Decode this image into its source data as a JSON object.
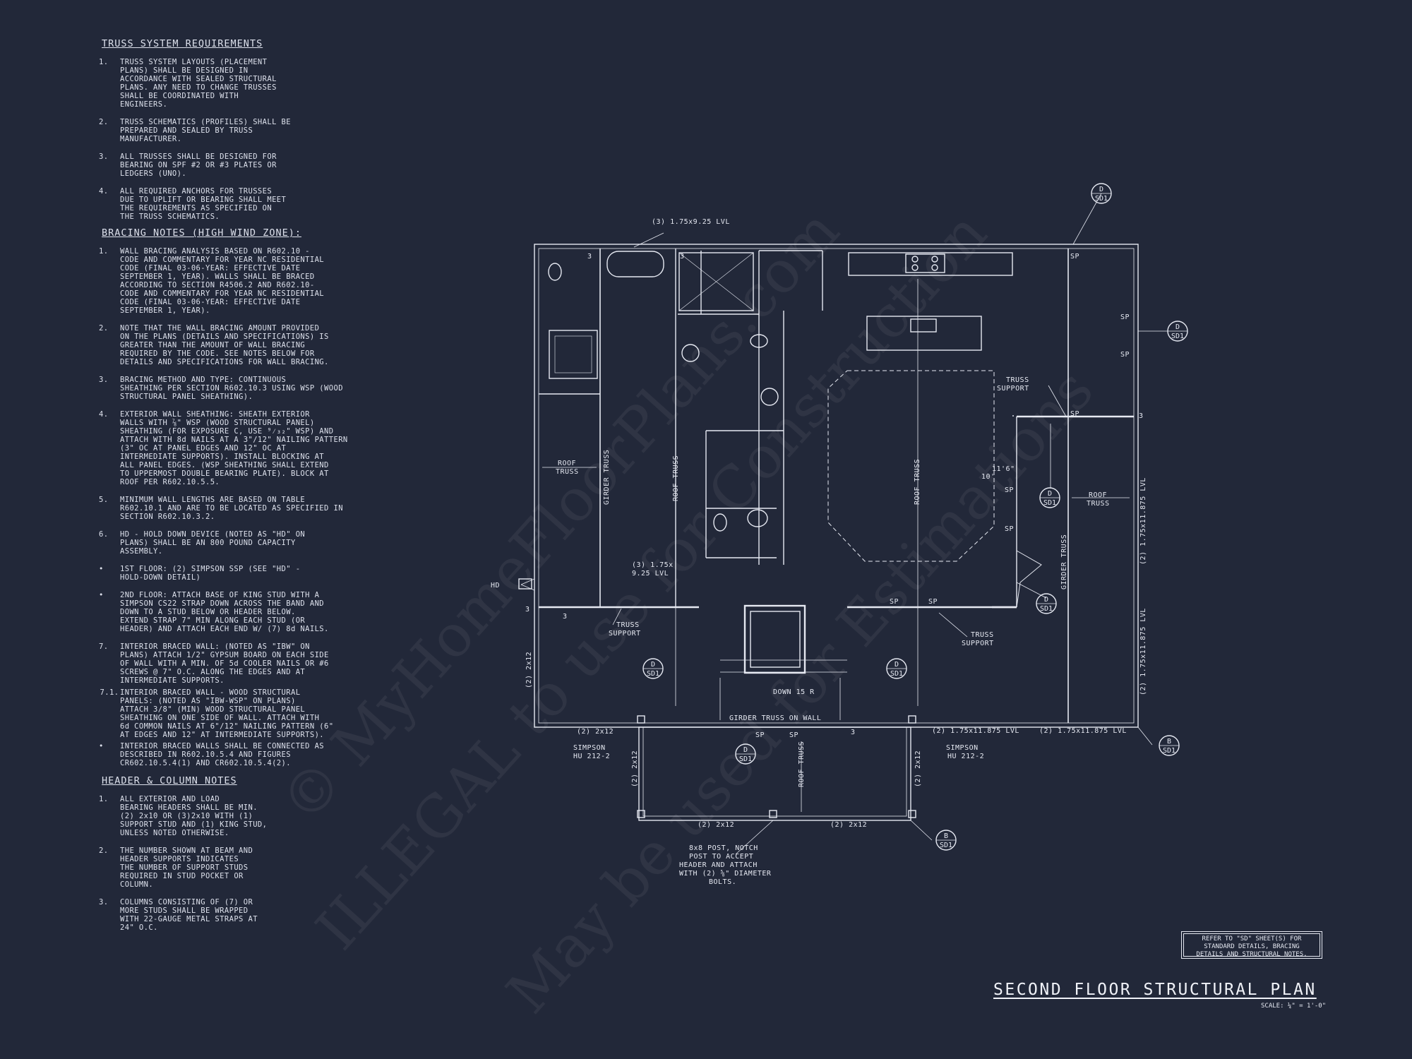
{
  "sheet": {
    "title": "SECOND FLOOR STRUCTURAL PLAN",
    "scale": "SCALE: ¼\" = 1'-0\"",
    "reference_note": "REFER TO \"SD\" SHEET(S) FOR\nSTANDARD DETAILS, BRACING\nDETAILS AND STRUCTURAL NOTES.",
    "watermarks": [
      "© MyHomeFloorPlans.com",
      "ILLEGAL to use for Construction",
      "May be used for Estimations"
    ]
  },
  "truss_notes": {
    "heading": "TRUSS SYSTEM REQUIREMENTS",
    "items": [
      {
        "num": "1.",
        "text": "TRUSS SYSTEM LAYOUTS (PLACEMENT\nPLANS) SHALL BE DESIGNED IN\nACCORDANCE WITH SEALED STRUCTURAL\nPLANS. ANY NEED TO  CHANGE TRUSSES\nSHALL BE COORDINATED  WITH\nENGINEERS."
      },
      {
        "num": "2.",
        "text": "TRUSS SCHEMATICS (PROFILES) SHALL BE\nPREPARED AND SEALED BY TRUSS\nMANUFACTURER."
      },
      {
        "num": "3.",
        "text": "ALL TRUSSES SHALL BE DESIGNED FOR\nBEARING ON SPF #2 OR #3 PLATES OR\nLEDGERS  (UNO)."
      },
      {
        "num": "4.",
        "text": "ALL REQUIRED ANCHORS FOR TRUSSES\nDUE  TO UPLIFT OR BEARING SHALL MEET\nTHE  REQUIREMENTS AS SPECIFIED ON\nTHE TRUSS  SCHEMATICS."
      }
    ]
  },
  "bracing_notes": {
    "heading": "BRACING NOTES (HIGH WIND ZONE):",
    "items": [
      {
        "num": "1.",
        "text": "WALL BRACING ANALYSIS BASED ON R602.10 -\nCODE AND COMMENTARY FOR YEAR NC RESIDENTIAL\nCODE (FINAL 03-06-YEAR: EFFECTIVE DATE\nSEPTEMBER 1, YEAR). WALLS SHALL BE BRACED\nACCORDING TO SECTION R4506.2 AND R602.10-\nCODE AND COMMENTARY FOR YEAR NC RESIDENTIAL\nCODE (FINAL 03-06-YEAR: EFFECTIVE DATE\nSEPTEMBER 1, YEAR)."
      },
      {
        "num": "2.",
        "text": "NOTE THAT THE WALL BRACING AMOUNT PROVIDED\nON THE PLANS (DETAILS AND SPECIFICATIONS) IS\nGREATER THAN THE AMOUNT OF WALL BRACING\nREQUIRED BY THE CODE. SEE NOTES BELOW FOR\nDETAILS AND SPECIFICATIONS FOR WALL BRACING."
      },
      {
        "num": "3.",
        "text": "BRACING METHOD AND TYPE: CONTINUOUS\nSHEATHING PER SECTION R602.10.3 USING WSP (WOOD\nSTRUCTURAL PANEL SHEATHING)."
      },
      {
        "num": "4.",
        "text": "EXTERIOR WALL SHEATHING: SHEATH EXTERIOR\nWALLS WITH ⅞\" WSP (WOOD STRUCTURAL PANEL)\nSHEATHING (FOR EXPOSURE C, USE ⁹⁄₃₂\" WSP) AND\nATTACH WITH 8d NAILS AT A 3\"/12\" NAILING PATTERN\n(3\" OC AT PANEL EDGES AND 12\" OC AT\nINTERMEDIATE SUPPORTS). INSTALL BLOCKING AT\nALL PANEL EDGES. (WSP SHEATHING SHALL EXTEND\nTO UPPERMOST DOUBLE BEARING PLATE). BLOCK AT\nROOF PER R602.10.5.5."
      },
      {
        "num": "5.",
        "text": "MINIMUM WALL LENGTHS ARE BASED ON TABLE\nR602.10.1 AND ARE TO BE LOCATED AS SPECIFIED IN\nSECTION R602.10.3.2."
      },
      {
        "num": "6.",
        "text": "HD - HOLD DOWN DEVICE (NOTED AS \"HD\" ON\nPLANS) SHALL BE AN 800 POUND CAPACITY\nASSEMBLY."
      },
      {
        "num": "•",
        "text": "1ST FLOOR: (2) SIMPSON SSP (SEE \"HD\" -\nHOLD-DOWN DETAIL)"
      },
      {
        "num": "•",
        "text": "2ND FLOOR: ATTACH BASE OF KING STUD WITH A\nSIMPSON CS22 STRAP DOWN ACROSS THE BAND AND\nDOWN TO A STUD BELOW OR HEADER BELOW.\nEXTEND STRAP 7\" MIN ALONG EACH STUD (OR\nHEADER) AND ATTACH EACH END W/ (7) 8d NAILS."
      },
      {
        "num": "7.",
        "text": "INTERIOR BRACED WALL: (NOTED AS \"IBW\" ON\nPLANS) ATTACH 1/2\" GYPSUM BOARD ON EACH SIDE\nOF WALL WITH A MIN. OF 5d COOLER NAILS OR #6\nSCREWS @ 7\" O.C. ALONG THE EDGES AND AT\nINTERMEDIATE SUPPORTS."
      },
      {
        "num": "7.1.",
        "text": "INTERIOR BRACED WALL - WOOD STRUCTURAL\nPANELS: (NOTED AS \"IBW-WSP\" ON PLANS)\nATTACH 3/8\" (MIN) WOOD STRUCTURAL PANEL\nSHEATHING ON ONE SIDE OF WALL. ATTACH WITH\n6d COMMON NAILS AT 6\"/12\" NAILING PATTERN (6\"\nAT EDGES AND 12\" AT INTERMEDIATE SUPPORTS)."
      },
      {
        "num": "•",
        "text": "INTERIOR BRACED WALLS SHALL BE CONNECTED AS\nDESCRIBED IN R602.10.5.4 AND FIGURES\nCR602.10.5.4(1) AND CR602.10.5.4(2)."
      }
    ]
  },
  "header_notes": {
    "heading": "HEADER & COLUMN NOTES",
    "items": [
      {
        "num": "1.",
        "text": "ALL EXTERIOR AND LOAD\nBEARING HEADERS SHALL BE MIN.\n(2) 2x10 OR (3)2x10 WITH (1)\nSUPPORT STUD AND (1) KING STUD,\nUNLESS NOTED OTHERWISE."
      },
      {
        "num": "2.",
        "text": "THE NUMBER SHOWN AT BEAM AND\nHEADER SUPPORTS INDICATES\nTHE NUMBER OF SUPPORT STUDS\nREQUIRED IN STUD POCKET OR\nCOLUMN."
      },
      {
        "num": "3.",
        "text": "COLUMNS CONSISTING OF (7) OR\nMORE STUDS SHALL BE WRAPPED\nWITH 22-GAUGE METAL STRAPS AT\n24\" O.C."
      }
    ]
  },
  "plan_labels": {
    "lvl_top": "(3) 1.75x9.25 LVL",
    "lvl_mid_1": "(3) 1.75x",
    "lvl_mid_2": "9.25 LVL",
    "roof_truss_1": "ROOF",
    "roof_truss_2": "TRUSS",
    "girder_truss": "GIRDER TRUSS",
    "roof_truss_v": "ROOF TRUSS",
    "truss_support_1": "TRUSS",
    "truss_support_2": "SUPPORT",
    "down": "DOWN 15 R",
    "girder_on_wall": "GIRDER TRUSS ON WALL",
    "lvl_right_1": "(2) 1.75x11.875 LVL",
    "lvl_right_2": "(2) 1.75x11.875 LVL",
    "lvl_vert": "(2) 1.75x11.875 LVL",
    "simpson_1": "SIMPSON",
    "simpson_2": "HU 212-2",
    "two_2x12": "(2) 2x12",
    "post_note_1": "8x8 POST, NOTCH",
    "post_note_2": "POST TO ACCEPT",
    "post_note_3": "HEADER AND ATTACH",
    "post_note_4": "WITH (2) ⅝\" DIAMETER",
    "post_note_5": "BOLTS.",
    "sp": "SP",
    "hd": "HD",
    "dim_11_6": "11'6\"",
    "dim_10": "10'",
    "three": "3",
    "detail_top_d": "D",
    "detail_top_b": "B",
    "detail_bottom": "SD1"
  }
}
